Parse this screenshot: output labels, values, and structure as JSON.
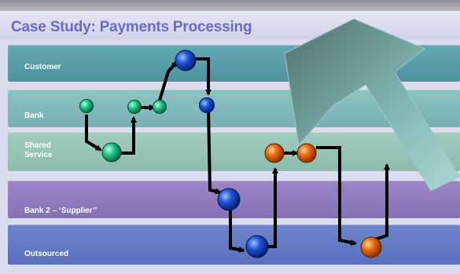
{
  "title": "Case Study:  Payments Processing",
  "lanes": {
    "customer": "Customer",
    "bank": "Bank",
    "shared_line1": "Shared",
    "shared_line2": "Service",
    "bank2": "Bank 2 – ‘Supplier’’",
    "outsourced": "Outsourced"
  },
  "colors": {
    "green_node": "#22c88a",
    "blue_node": "#1f52d8",
    "orange_node": "#e86a10",
    "arrow": "#000000",
    "callout_shape": "#6fa7a4"
  }
}
